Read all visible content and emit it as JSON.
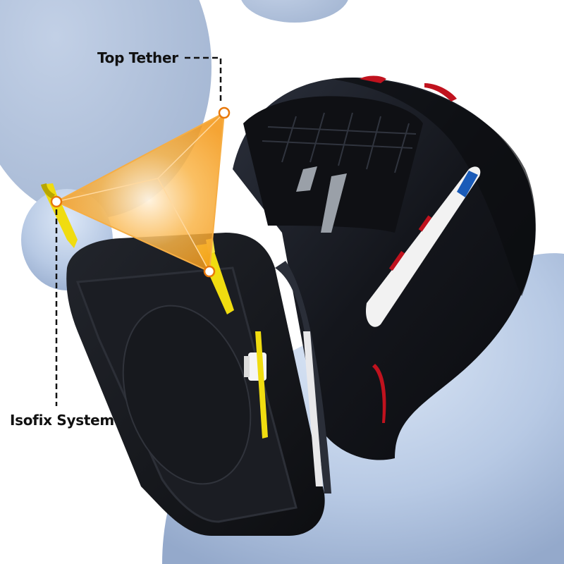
{
  "callouts": {
    "top_tether": {
      "label": "Top Tether"
    },
    "isofix": {
      "label": "Isofix System"
    }
  },
  "colors": {
    "background": "#ffffff",
    "bubble": "#b4c4dc",
    "bubble_light": "#dbe6f4",
    "seat_shell": "#14161c",
    "seat_edge": "#2a2e38",
    "isofix_arm": "#f0dc10",
    "tether_triangle": "#f7a21b",
    "marker_ring": "#e8780a",
    "marker_fill": "#ffffff",
    "accent_red": "#c0121e",
    "label_blue": "#1a5bb8",
    "dashed_line": "#111111"
  },
  "icons": {
    "tether_anchor_marker": "circle-marker",
    "isofix_anchor_marker": "circle-marker"
  }
}
